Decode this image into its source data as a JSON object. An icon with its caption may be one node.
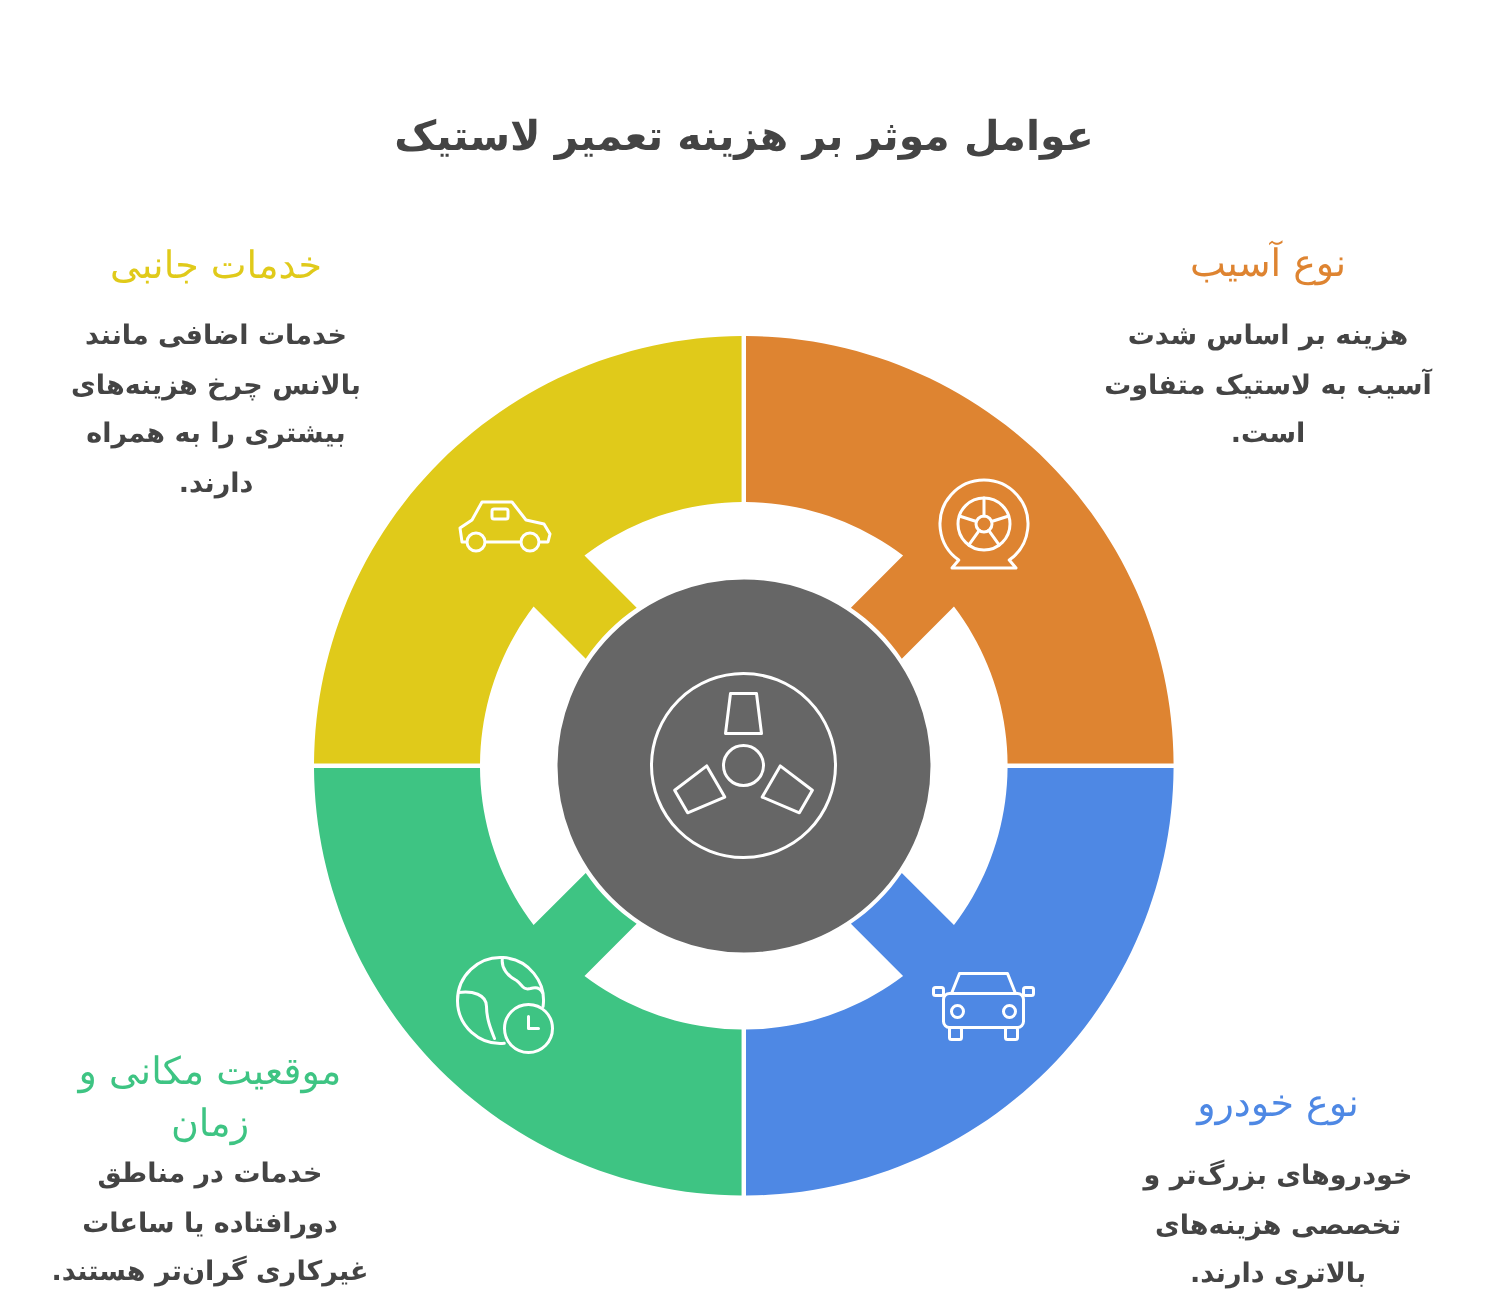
{
  "diagram": {
    "title": "عوامل موثر بر هزینه تعمیر لاستیک",
    "nodes": [
      {
        "text": [
          "نوع آسیب",
          "هزینه بر اساس شدت آسیب به لاستیک متفاوت است."
        ]
      },
      {
        "text": [
          "خدمات جانبی",
          "خدمات اضافی مانند بالانس چرخ هزینه‌های بیشتری را به همراه دارند."
        ]
      },
      {
        "text": [],
        "shape": "circle"
      },
      {
        "text": [
          "نوع خودرو",
          "خودروهای بزرگ‌تر و تخصصی هزینه‌های بالاتری دارند."
        ]
      },
      {
        "text": [
          "موقعیت مکانی و زمان",
          "خدمات در مناطق دورافتاده یا ساعات غیرکاری گران‌تر هستند."
        ]
      }
    ]
  }
}
